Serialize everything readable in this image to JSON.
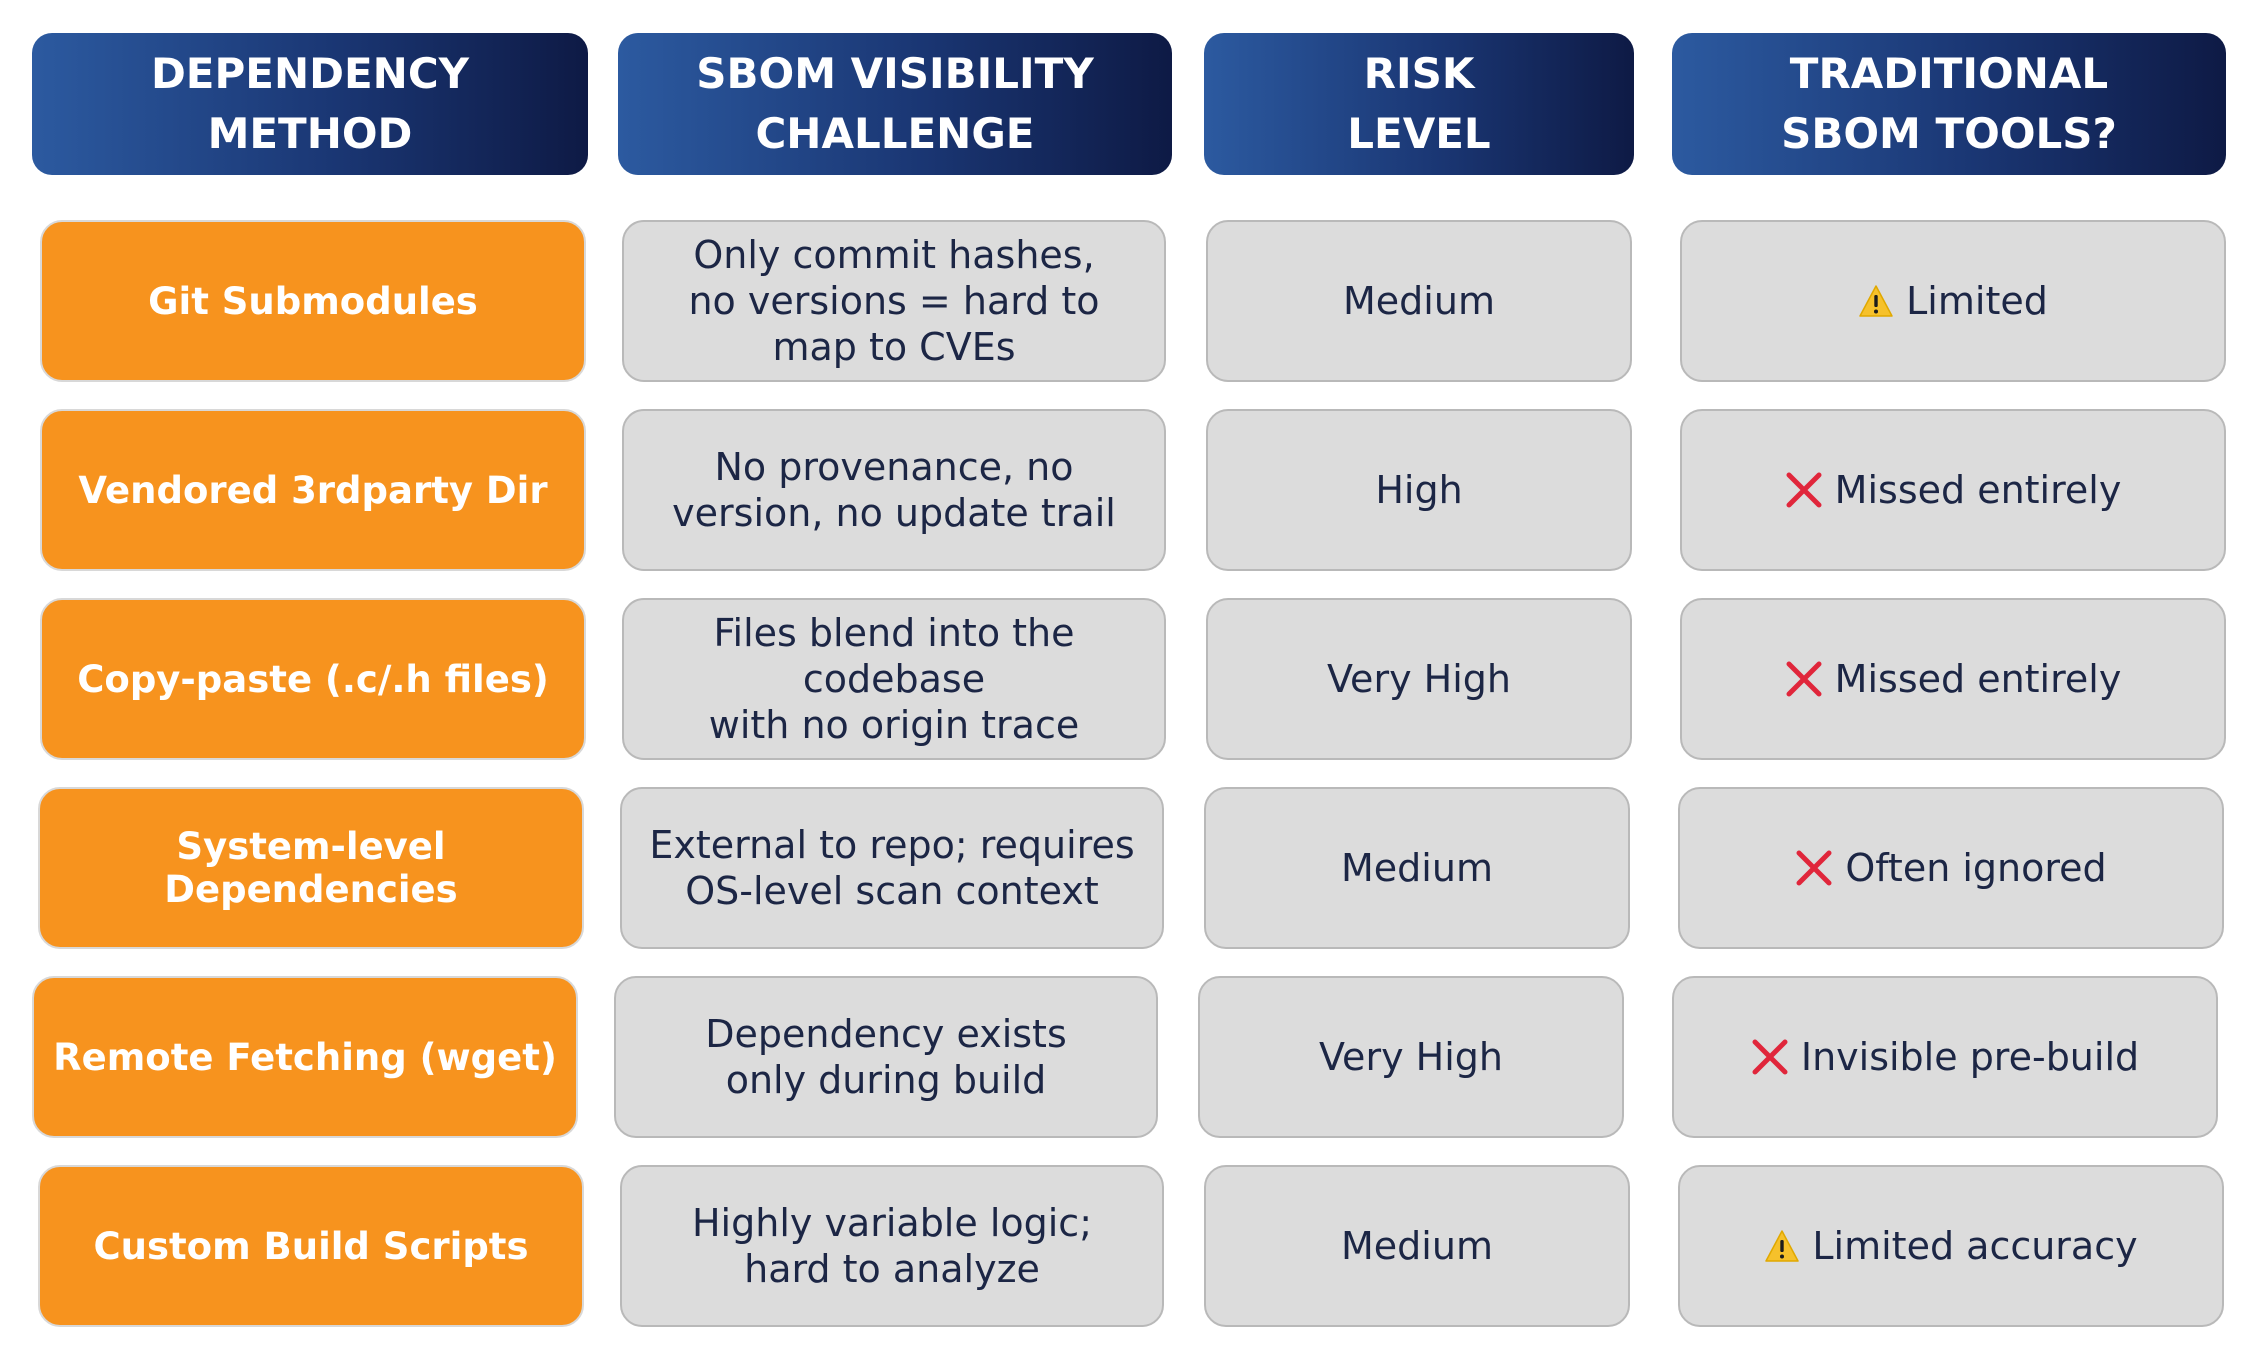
{
  "headers": [
    "DEPENDENCY\nMETHOD",
    "SBOM VISIBILITY\nCHALLENGE",
    "RISK\nLEVEL",
    "TRADITIONAL\nSBOM TOOLS?"
  ],
  "rows": [
    {
      "method": "Git Submodules",
      "challenge": "Only commit hashes,\nno versions = hard to\nmap to CVEs",
      "risk": "Medium",
      "tools": "Limited",
      "tools_icon": "warning-icon"
    },
    {
      "method": "Vendored 3rdparty Dir",
      "challenge": "No provenance, no\nversion, no update trail",
      "risk": "High",
      "tools": "Missed entirely",
      "tools_icon": "cross-icon"
    },
    {
      "method": "Copy-paste (.c/.h files)",
      "challenge": "Files blend into the codebase\nwith no origin trace",
      "risk": "Very High",
      "tools": "Missed entirely",
      "tools_icon": "cross-icon"
    },
    {
      "method": "System-level Dependencies",
      "challenge": "External to repo; requires\nOS-level scan context",
      "risk": "Medium",
      "tools": "Often ignored",
      "tools_icon": "cross-icon"
    },
    {
      "method": "Remote Fetching (wget)",
      "challenge": "Dependency exists\nonly during build",
      "risk": "Very High",
      "tools": "Invisible pre-build",
      "tools_icon": "cross-icon"
    },
    {
      "method": "Custom Build Scripts",
      "challenge": "Highly variable logic;\nhard to analyze",
      "risk": "Medium",
      "tools": "Limited accuracy",
      "tools_icon": "warning-icon"
    }
  ],
  "colors": {
    "header_gradient_start": "#2c5aa0",
    "header_gradient_end": "#0e1a45",
    "method_fill": "#f7931e",
    "cell_fill": "#dcdcdc",
    "text_dark": "#1c2645",
    "cross": "#e0263b",
    "warning": "#f6c12b"
  }
}
